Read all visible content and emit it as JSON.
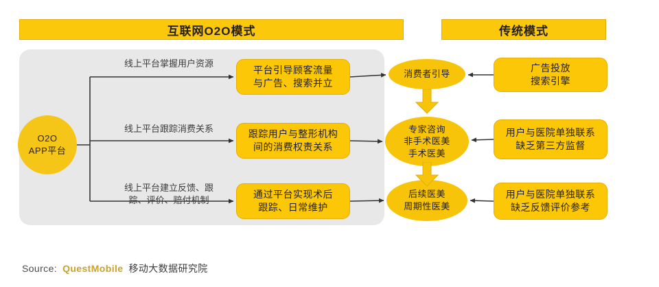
{
  "headers": {
    "left": "互联网O2O模式",
    "right": "传统模式"
  },
  "platform_node": {
    "line1": "O2O",
    "line2": "APP平台"
  },
  "wire_labels": [
    "线上平台掌握用户资源",
    "线上平台跟踪消费关系",
    "线上平台建立反馈、跟\n踪、评价、赔付机制"
  ],
  "middle_boxes": [
    "平台引导顾客流量\n与广告、搜索并立",
    "跟踪用户与整形机构\n间的消费权责关系",
    "通过平台实现术后\n跟踪、日常维护"
  ],
  "center_nodes": [
    "消费者引导",
    "专家咨询\n非手术医美\n手术医美",
    "后续医美\n周期性医美"
  ],
  "right_boxes": [
    "广告投放\n搜索引擎",
    "用户与医院单独联系\n缺乏第三方监督",
    "用户与医院单独联系\n缺乏反馈评价参考"
  ],
  "footer": {
    "label": "Source:",
    "brand": "QuestMobile",
    "agency": "移动大数据研究院"
  },
  "colors": {
    "header_yellow": "#FCC80C",
    "box_yellow": "#FBC707",
    "circle_yellow": "#F5C518",
    "panel_gray": "#E8E8E8",
    "arrow_gray": "#3b3b3b",
    "brand_gold": "#C9A227"
  }
}
